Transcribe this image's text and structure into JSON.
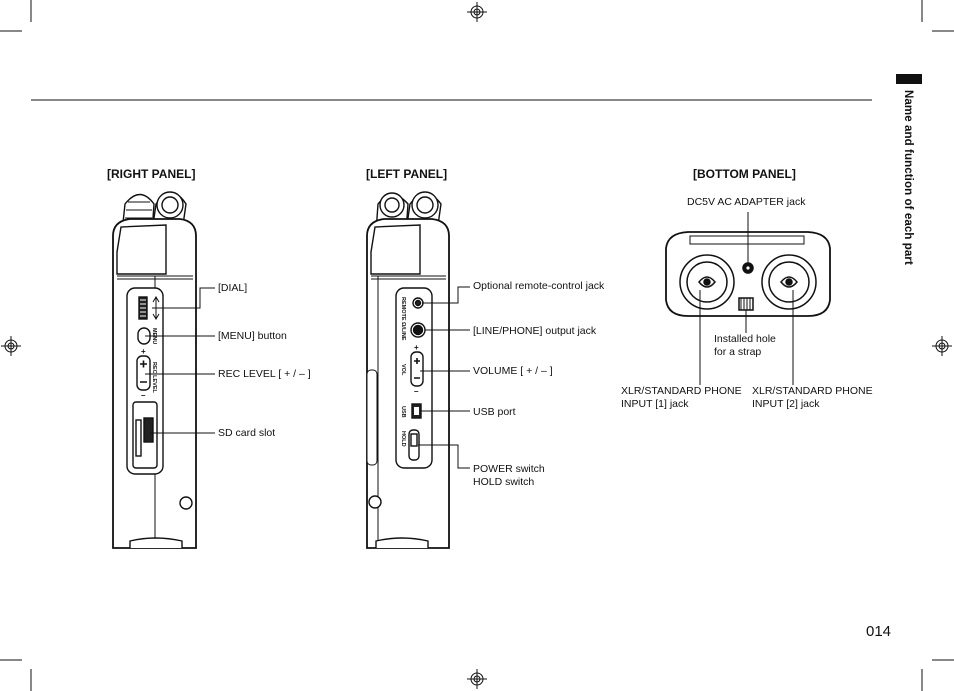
{
  "side_tab": {
    "text": "Name and function of each part"
  },
  "page_number": "014",
  "right_panel": {
    "heading": "[RIGHT PANEL]",
    "labels": {
      "dial": "[DIAL]",
      "menu": "[MENU] button",
      "rec_level": "REC LEVEL [ + / – ]",
      "sd": "SD card slot"
    }
  },
  "left_panel": {
    "heading": "[LEFT PANEL]",
    "labels": {
      "remote": "Optional remote-control jack",
      "line_phone": "[LINE/PHONE] output jack",
      "volume": "VOLUME [ + / – ]",
      "usb": "USB port",
      "power": "POWER switch",
      "hold": "HOLD switch"
    }
  },
  "bottom_panel": {
    "heading": "[BOTTOM PANEL]",
    "labels": {
      "dc5v": "DC5V AC ADAPTER jack",
      "strap_1": "Installed hole",
      "strap_2": "for a strap",
      "input1_1": "XLR/STANDARD PHONE",
      "input1_2": "INPUT [1] jack",
      "input2_1": "XLR/STANDARD PHONE",
      "input2_2": "INPUT [2] jack"
    }
  },
  "device_markings": {
    "menu": "MENU",
    "rec_level": "REC LEVEL",
    "remote": "REMOTE",
    "line_phone": "Ω/LINE",
    "vol": "VOL",
    "usb": "USB",
    "hold": "HOLD",
    "plus": "+",
    "minus": "–"
  }
}
